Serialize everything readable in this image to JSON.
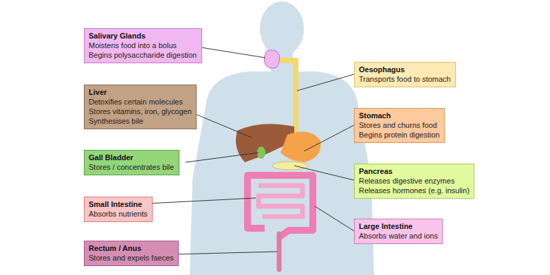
{
  "diagram": {
    "nodes": [
      {
        "text": [
          "Salivary Glands",
          "Moistens food into a bolus",
          "Begins polysaccharide digestion"
        ]
      },
      {
        "text": [
          "Oesophagus",
          "Transports food to stomach"
        ]
      },
      {
        "text": [
          "Liver",
          "Detoxifies certain molecules",
          "Stores vitamins, iron, glycogen",
          "Synthesises bile"
        ]
      },
      {
        "text": [
          "Stomach",
          "Stores and churns food",
          "Begins protein digestion"
        ]
      },
      {
        "text": [
          "Gall Bladder",
          "Stores / concentrates bile"
        ]
      },
      {
        "text": [
          "Pancreas",
          "Releases digestive enzymes",
          "Releases hormones (e.g. insulin)"
        ]
      },
      {
        "text": [
          "Small Intestine",
          "Absorbs nutrients"
        ]
      },
      {
        "text": [
          "Large Intestine",
          "Absorbs water and ions"
        ]
      },
      {
        "text": [
          "Rectum / Anus",
          "Stores and expels faeces"
        ]
      }
    ]
  }
}
